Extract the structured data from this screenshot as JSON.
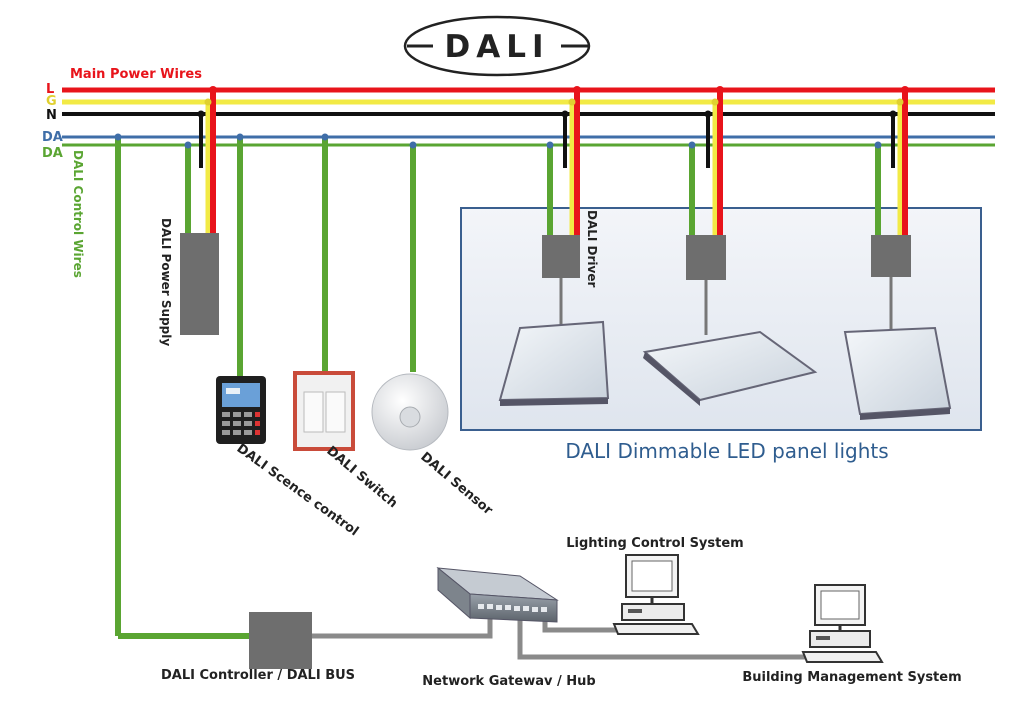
{
  "logo_text": "DALI",
  "wires": {
    "main_power_label": "Main Power Wires",
    "l_label": "L",
    "g_label": "G",
    "n_label": "N",
    "da1_label": "DA",
    "da2_label": "DA",
    "control_label": "DALI Control Wires"
  },
  "devices": {
    "power_supply": "DALI Power Supply",
    "scene_control": "DALI Scence control",
    "switch": "DALI Switch",
    "sensor": "DALI Sensor",
    "driver": "DALI Driver"
  },
  "panel_box_label": "DALI Dimmable LED panel lights",
  "network": {
    "controller": "DALI Controller / DALI BUS",
    "gateway": "Network Gatewav / Hub",
    "lcs": "Lighting Control System",
    "bms": "Building Management System"
  },
  "colors": {
    "live": "#e8141b",
    "earth": "#f2ea45",
    "neutral": "#111111",
    "da_blue": "#3f6ea8",
    "da_green": "#5aa532",
    "box_fill": "#eef1f6",
    "box_stroke": "#3a5f8f",
    "device_grey": "#6e6e6e",
    "network_line": "#8a8a8a"
  }
}
